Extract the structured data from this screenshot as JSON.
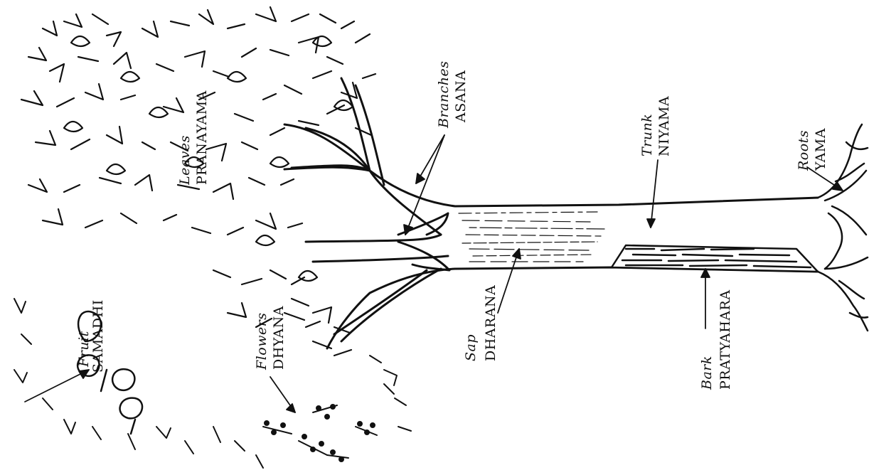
{
  "labels": {
    "fruit": {
      "part": "Fruit",
      "limb": "SAMADHI"
    },
    "flowers": {
      "part": "Flowers",
      "limb": "DHYANA"
    },
    "leaves": {
      "part": "Leaves",
      "limb": "PRANAYAMA"
    },
    "branches": {
      "part": "Branches",
      "limb": "ASANA"
    },
    "sap": {
      "part": "Sap",
      "limb": "DHARANA"
    },
    "trunk": {
      "part": "Trunk",
      "limb": "NIYAMA"
    },
    "bark": {
      "part": "Bark",
      "limb": "PRATYAHARA"
    },
    "roots": {
      "part": "Roots",
      "limb": "YAMA"
    }
  },
  "colors": {
    "ink": "#111111",
    "paper": "#ffffff"
  }
}
